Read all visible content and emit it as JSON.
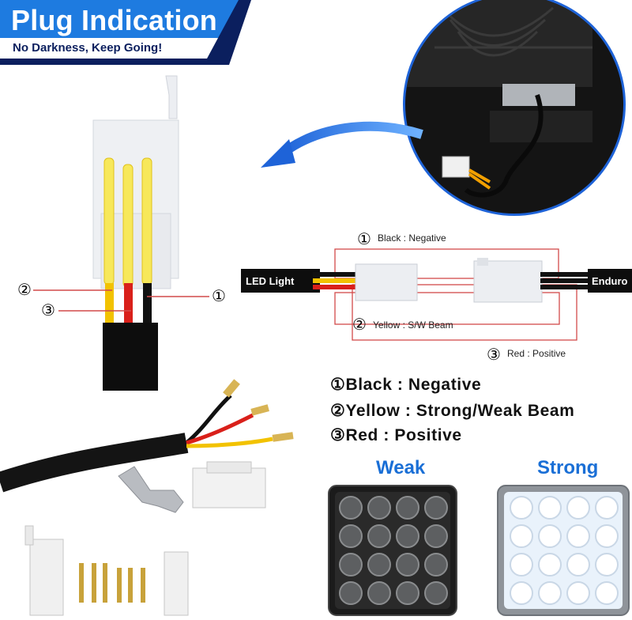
{
  "banner": {
    "title": "Plug Indication",
    "subtitle": "No Darkness,  Keep Going!",
    "colors": {
      "blue": "#1e7be0",
      "navy": "#0b1f5e"
    }
  },
  "plug_diagram": {
    "marker_2": "②",
    "marker_3": "③",
    "marker_1": "①"
  },
  "wiring": {
    "left_label": "LED Light",
    "right_label": "Enduro",
    "black": {
      "num": "①",
      "text": "Black : Negative"
    },
    "yellow": {
      "num": "②",
      "text": "Yellow : S/W Beam"
    },
    "red": {
      "num": "③",
      "text": "Red : Positive"
    },
    "wire_colors": {
      "black": "#111111",
      "yellow": "#f2c200",
      "red": "#d9201a",
      "trace": "#d24a4a"
    }
  },
  "legend": [
    {
      "num": "①",
      "text": "Black : Negative"
    },
    {
      "num": "②",
      "text": "Yellow : Strong/Weak Beam"
    },
    {
      "num": "③",
      "text": "Red : Positive"
    }
  ],
  "lights": {
    "weak_label": "Weak",
    "strong_label": "Strong"
  }
}
